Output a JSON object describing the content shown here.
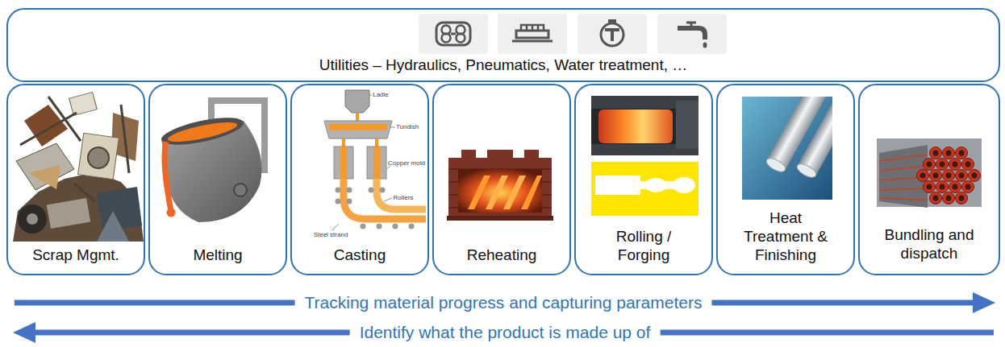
{
  "diagram": {
    "nodes": [
      {
        "text": [
          "Utilities – Hydraulics, Pneumatics, Water treatment, …"
        ]
      },
      {
        "text": [
          "Scrap Mgmt."
        ]
      },
      {
        "text": [
          "Melting"
        ]
      },
      {
        "text": [
          "Casting"
        ]
      },
      {
        "text": [
          "Reheating"
        ]
      },
      {
        "text": [
          "Rolling / Forging"
        ]
      },
      {
        "text": [
          "Heat Treatment & Finishing"
        ]
      },
      {
        "text": [
          "Bundling and dispatch"
        ]
      }
    ],
    "labels": [
      "Ladle",
      "Tundish",
      "Copper mold",
      "Rollers",
      "Steel strand",
      "Tracking material progress and capturing parameters",
      "Identify what the product is made up of"
    ]
  }
}
